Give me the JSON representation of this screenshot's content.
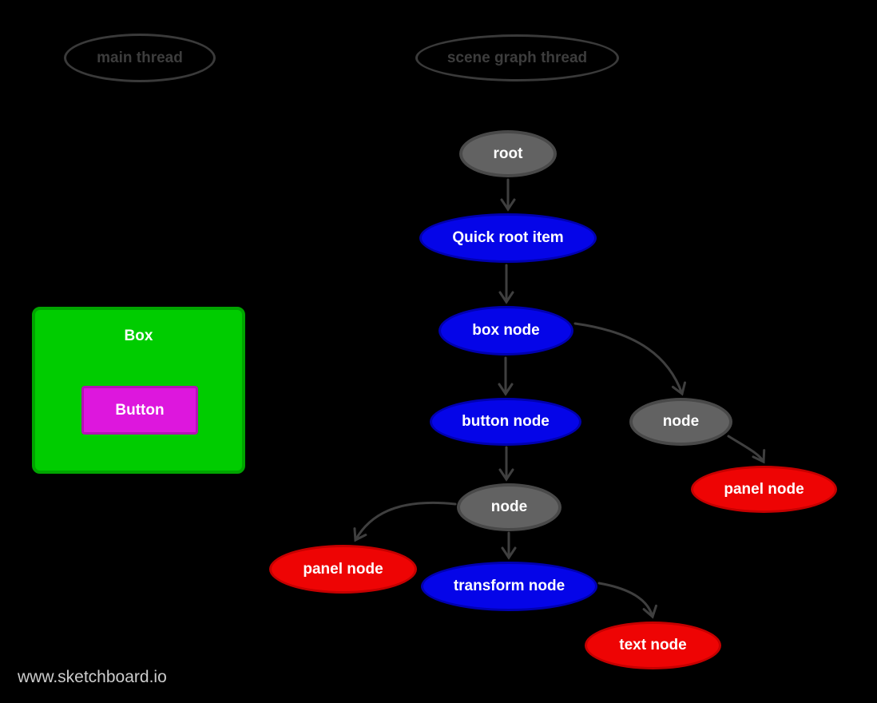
{
  "page": {
    "background": "#000000"
  },
  "watermark": {
    "label": "www.sketchboard.io"
  },
  "threads": {
    "main": {
      "label": "main thread"
    },
    "scene_graph": {
      "label": "scene graph thread"
    }
  },
  "ui_mock": {
    "box": {
      "label": "Box",
      "color": "#00cc00"
    },
    "button": {
      "label": "Button",
      "color": "#dd17dd"
    }
  },
  "graph": {
    "nodes": [
      {
        "id": "root",
        "label": "root",
        "color": "gray"
      },
      {
        "id": "quick-root-item",
        "label": "Quick root item",
        "color": "blue"
      },
      {
        "id": "box-node",
        "label": "box node",
        "color": "blue"
      },
      {
        "id": "button-node",
        "label": "button node",
        "color": "blue"
      },
      {
        "id": "node-right",
        "label": "node",
        "color": "gray"
      },
      {
        "id": "panel-node-right",
        "label": "panel node",
        "color": "red"
      },
      {
        "id": "node-mid",
        "label": "node",
        "color": "gray"
      },
      {
        "id": "panel-node-left",
        "label": "panel node",
        "color": "red"
      },
      {
        "id": "transform-node",
        "label": "transform node",
        "color": "blue"
      },
      {
        "id": "text-node",
        "label": "text node",
        "color": "red"
      }
    ],
    "edges": [
      {
        "from": "root",
        "to": "quick-root-item"
      },
      {
        "from": "quick-root-item",
        "to": "box-node"
      },
      {
        "from": "box-node",
        "to": "button-node"
      },
      {
        "from": "box-node",
        "to": "node-right"
      },
      {
        "from": "node-right",
        "to": "panel-node-right"
      },
      {
        "from": "button-node",
        "to": "node-mid"
      },
      {
        "from": "node-mid",
        "to": "panel-node-left"
      },
      {
        "from": "node-mid",
        "to": "transform-node"
      },
      {
        "from": "transform-node",
        "to": "text-node"
      }
    ]
  },
  "colors": {
    "background": "#000000",
    "thread_outline": "#3a3a3a",
    "thread_text": "#3d3d3d",
    "arrow": "#3f3f3f",
    "node_gray_fill": "#626262",
    "node_gray_stroke": "#494949",
    "node_blue_fill": "#0505e8",
    "node_blue_stroke": "#0000b0",
    "node_red_fill": "#ee0404",
    "node_red_stroke": "#c60000",
    "box_green": "#00cc00",
    "box_green_edge": "#00a400",
    "button_magenta": "#dd17dd",
    "button_magenta_edge": "#b511b5",
    "node_text": "#ffffff",
    "watermark_text": "#cccccc"
  }
}
